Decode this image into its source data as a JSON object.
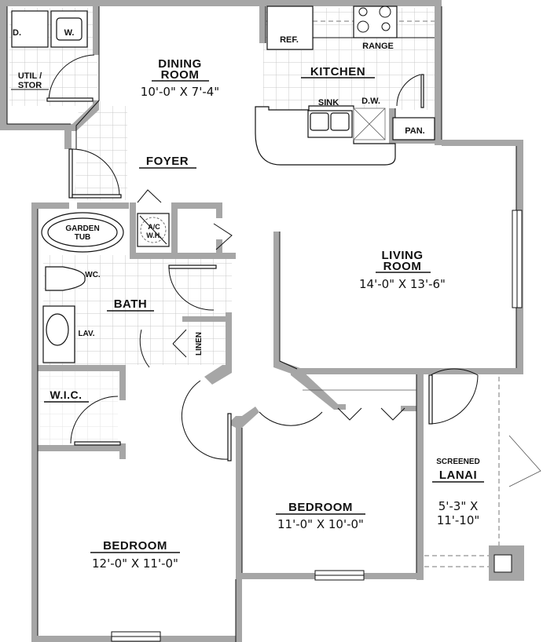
{
  "plan": {
    "rooms": {
      "dining": {
        "title_line1": "DINING",
        "title_line2": "ROOM",
        "dims": "10'-0\" X 7'-4\""
      },
      "kitchen": {
        "title": "KITCHEN"
      },
      "foyer": {
        "title": "FOYER"
      },
      "living": {
        "title_line1": "LIVING",
        "title_line2": "ROOM",
        "dims": "14'-0\" X 13'-6\""
      },
      "bath": {
        "title": "BATH"
      },
      "wic": {
        "title": "W.I.C."
      },
      "bedroom1": {
        "title": "BEDROOM",
        "dims": "12'-0\" X 11'-0\""
      },
      "bedroom2": {
        "title": "BEDROOM",
        "dims": "11'-0\" X 10'-0\""
      },
      "lanai": {
        "title_line1": "SCREENED",
        "title_line2": "LANAI",
        "dims_line1": "5'-3\" X",
        "dims_line2": "11'-10\""
      },
      "util": {
        "title_line1": "UTIL /",
        "title_line2": "STOR"
      }
    },
    "fixtures": {
      "dryer": "D.",
      "washer": "W.",
      "refrigerator": "REF.",
      "range": "RANGE",
      "sink": "SINK",
      "dishwasher": "D.W.",
      "pantry": "PAN.",
      "garden_tub_line1": "GARDEN",
      "garden_tub_line2": "TUB",
      "ac_line1": "A/C",
      "ac_line2": "W.H.",
      "toilet": "WC.",
      "lavatory": "LAV.",
      "linen": "LINEN"
    },
    "colors": {
      "wall": "#a6a6a6",
      "line": "#111111",
      "tile": "#c8c8c8"
    }
  }
}
